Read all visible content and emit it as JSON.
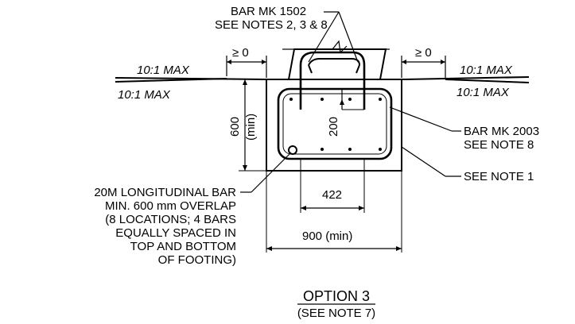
{
  "labels": {
    "bar_1502_line1": "BAR  MK  1502",
    "bar_1502_line2": "SEE  NOTES  2, 3  &  8",
    "ge0_left": "≥ 0",
    "ge0_right": "≥ 0",
    "slope_left_top": "10:1  MAX",
    "slope_left_bottom": "10:1  MAX",
    "slope_right_top": "10:1  MAX",
    "slope_right_bottom": "10:1  MAX",
    "dim_600": "600",
    "dim_min": "(min)",
    "dim_200": "200",
    "bar_2003_line1": "BAR  MK  2003",
    "bar_2003_line2": "SEE  NOTE  8",
    "note1": "SEE  NOTE  1",
    "dim_422": "422",
    "dim_900": "900  (min)",
    "long_bar_line1": "20M  LONGITUDINAL  BAR",
    "long_bar_line2": "MIN. 600 mm  OVERLAP",
    "long_bar_line3": "(8  LOCATIONS; 4  BARS",
    "long_bar_line4": "EQUALLY  SPACED  IN",
    "long_bar_line5": "TOP  AND  BOTTOM",
    "long_bar_line6": "OF  FOOTING)",
    "title": "OPTION  3",
    "subtitle": "(SEE  NOTE  7)"
  }
}
